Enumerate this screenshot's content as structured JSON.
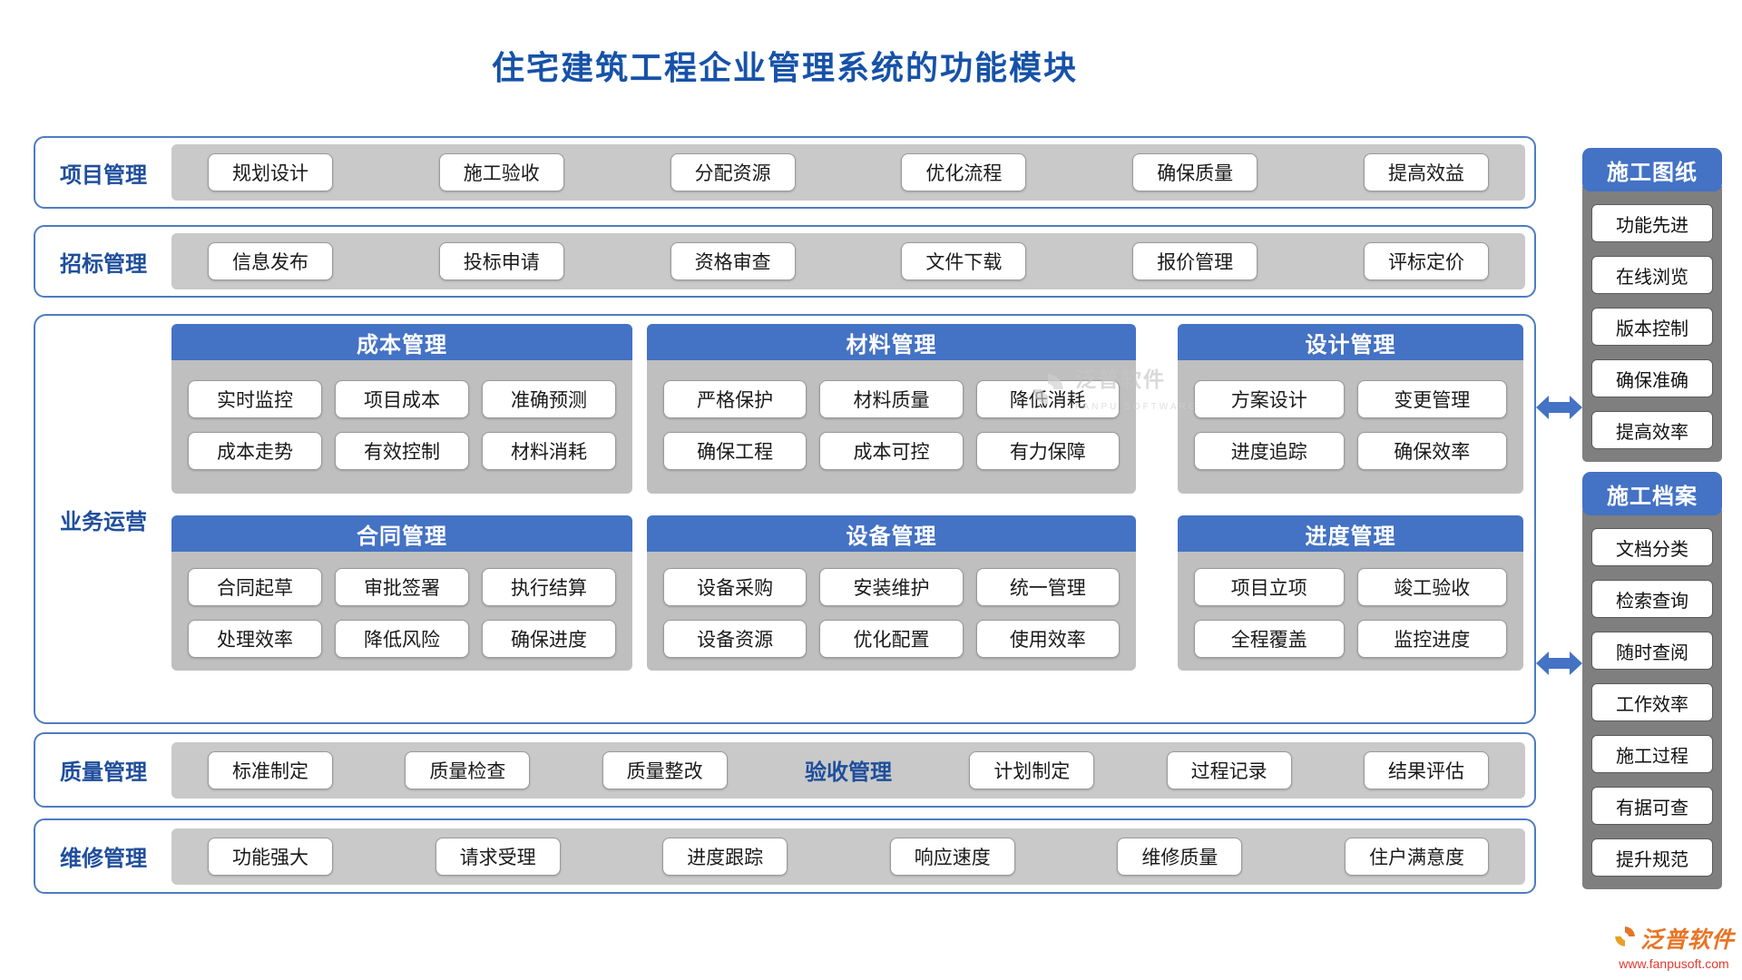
{
  "title": "住宅建筑工程企业管理系统的功能模块",
  "sections": {
    "project": {
      "label": "项目管理",
      "items": [
        "规划设计",
        "施工验收",
        "分配资源",
        "优化流程",
        "确保质量",
        "提高效益"
      ]
    },
    "bidding": {
      "label": "招标管理",
      "items": [
        "信息发布",
        "投标申请",
        "资格审查",
        "文件下载",
        "报价管理",
        "评标定价"
      ]
    },
    "business": {
      "label": "业务运营",
      "cards": [
        {
          "title": "成本管理",
          "rows": [
            [
              "实时监控",
              "项目成本",
              "准确预测"
            ],
            [
              "成本走势",
              "有效控制",
              "材料消耗"
            ]
          ]
        },
        {
          "title": "材料管理",
          "rows": [
            [
              "严格保护",
              "材料质量",
              "降低消耗"
            ],
            [
              "确保工程",
              "成本可控",
              "有力保障"
            ]
          ]
        },
        {
          "title": "设计管理",
          "rows": [
            [
              "方案设计",
              "变更管理"
            ],
            [
              "进度追踪",
              "确保效率"
            ]
          ]
        },
        {
          "title": "合同管理",
          "rows": [
            [
              "合同起草",
              "审批签署",
              "执行结算"
            ],
            [
              "处理效率",
              "降低风险",
              "确保进度"
            ]
          ]
        },
        {
          "title": "设备管理",
          "rows": [
            [
              "设备采购",
              "安装维护",
              "统一管理"
            ],
            [
              "设备资源",
              "优化配置",
              "使用效率"
            ]
          ]
        },
        {
          "title": "进度管理",
          "rows": [
            [
              "项目立项",
              "竣工验收"
            ],
            [
              "全程覆盖",
              "监控进度"
            ]
          ]
        }
      ]
    },
    "quality": {
      "label": "质量管理",
      "items": [
        "标准制定",
        "质量检查",
        "质量整改"
      ],
      "acceptance_label": "验收管理",
      "acceptance_items": [
        "计划制定",
        "过程记录",
        "结果评估"
      ]
    },
    "maintenance": {
      "label": "维修管理",
      "items": [
        "功能强大",
        "请求受理",
        "进度跟踪",
        "响应速度",
        "维修质量",
        "住户满意度"
      ]
    }
  },
  "sidebar": {
    "drawings": {
      "title": "施工图纸",
      "items": [
        "功能先进",
        "在线浏览",
        "版本控制",
        "确保准确",
        "提高效率"
      ]
    },
    "archive": {
      "title": "施工档案",
      "items": [
        "文档分类",
        "检索查询",
        "随时查阅",
        "工作效率",
        "施工过程",
        "有据可查",
        "提升规范"
      ]
    }
  },
  "watermark": {
    "text": "泛普软件",
    "subtext": "FANPU SOFTWARE"
  },
  "brand": {
    "name": "泛普软件",
    "url": "www.fanpusoft.com"
  },
  "colors": {
    "title_blue": "#1652A8",
    "label_blue": "#1F4E9C",
    "header_blue": "#4472C4",
    "border_blue": "#4E7CC0",
    "strip_gray": "#C9C9C9",
    "card_gray": "#BFBFBF",
    "side_gray": "#7F7F7F",
    "brand_orange": "#E87424",
    "url_red": "#E23A2E"
  }
}
